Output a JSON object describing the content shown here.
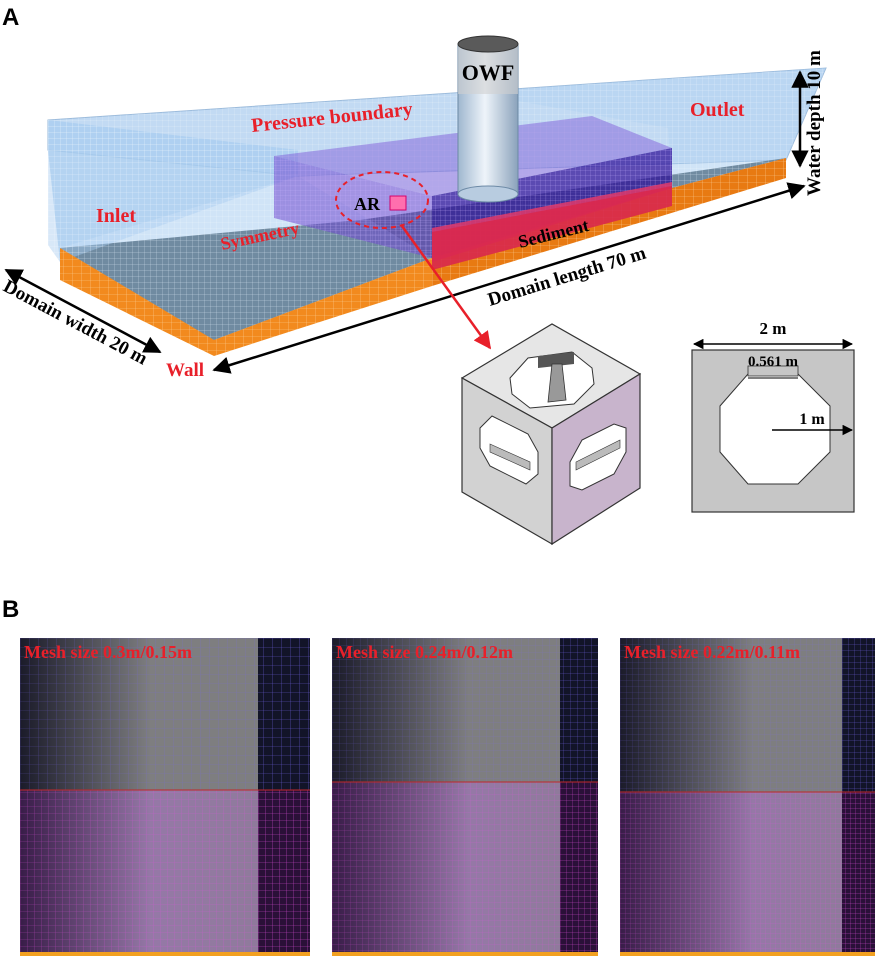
{
  "panels": {
    "a": "A",
    "b": "B"
  },
  "domain_diagram": {
    "labels": {
      "owf": "OWF",
      "pressure_boundary": "Pressure boundary",
      "outlet": "Outlet",
      "inlet": "Inlet",
      "symmetry": "Symmetry",
      "ar": "AR",
      "sediment": "Sediment",
      "wall": "Wall"
    },
    "dimensions": {
      "water_depth": "Water depth 10 m",
      "domain_length": "Domain length 70 m",
      "domain_width": "Domain width 20 m"
    }
  },
  "reef_section": {
    "width": "2 m",
    "opening": "0.561 m",
    "radius": "1 m"
  },
  "mesh_panels": [
    {
      "label": "Mesh size 0.3m/0.15m"
    },
    {
      "label": "Mesh size 0.24m/0.12m"
    },
    {
      "label": "Mesh size 0.22m/0.11m"
    }
  ],
  "colors": {
    "label_red": "#e8202a",
    "water_blue": "#a9cdf0",
    "sediment_orange": "#f28a1e",
    "refined_zone_purple": "#7a4fd8",
    "mesh_dark": "#1a1f33",
    "reef_gray": "#d8d8d8"
  }
}
